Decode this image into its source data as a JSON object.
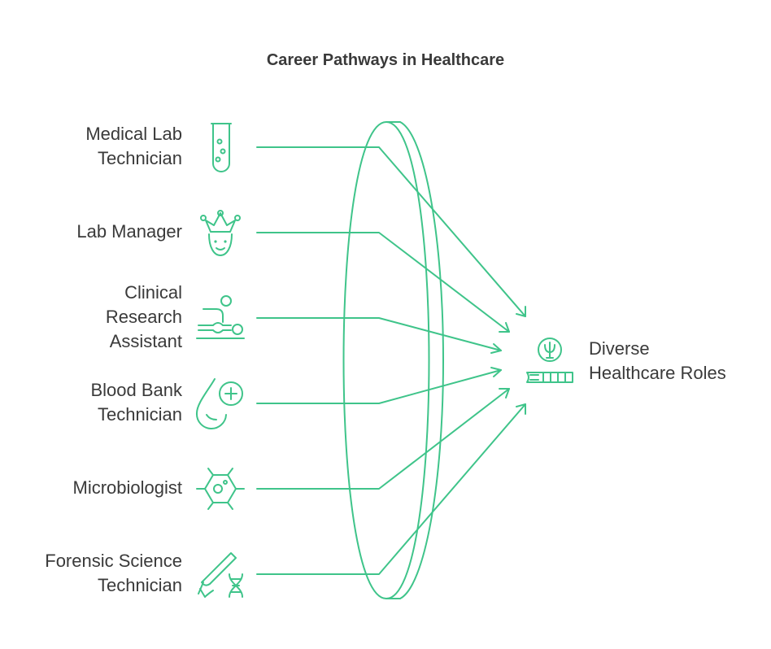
{
  "title": "Career Pathways in Healthcare",
  "accent_color": "#3fc48a",
  "text_color": "#3a3a3a",
  "roles": [
    {
      "label": "Medical Lab\nTechnician",
      "icon": "test-tube-icon"
    },
    {
      "label": "Lab Manager",
      "icon": "crowned-face-icon"
    },
    {
      "label": "Clinical\nResearch\nAssistant",
      "icon": "patient-on-bed-icon"
    },
    {
      "label": "Blood Bank\nTechnician",
      "icon": "blood-drop-plus-icon"
    },
    {
      "label": "Microbiologist",
      "icon": "cell-molecule-icon"
    },
    {
      "label": "Forensic Science\nTechnician",
      "icon": "scalpel-dna-icon"
    }
  ],
  "target": {
    "label": "Diverse\nHealthcare Roles",
    "icon": "psi-caduceus-icon"
  }
}
